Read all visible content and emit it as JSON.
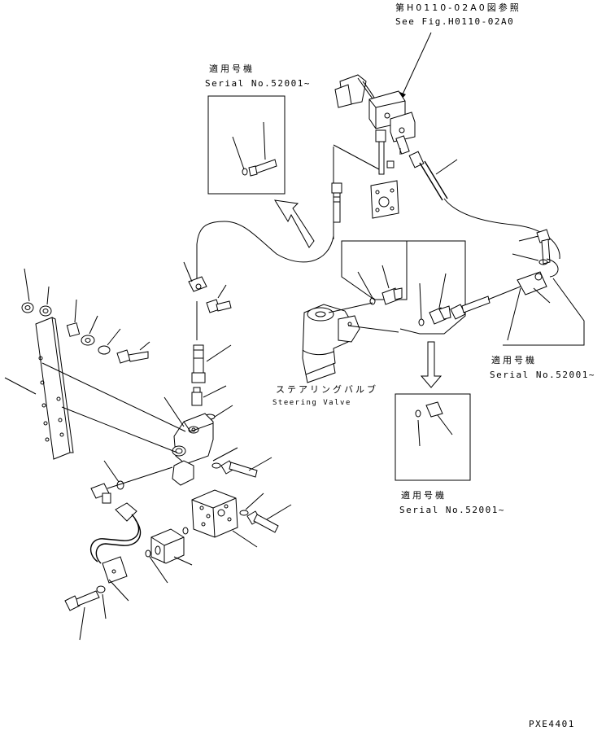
{
  "references": {
    "top_fig_jp": "第H0110-02A0図参照",
    "top_fig_en": "See Fig.H0110-02A0"
  },
  "serial_boxes": [
    {
      "jp": "適用号機",
      "en": "Serial No.52001~"
    },
    {
      "jp": "適用号機",
      "en": "Serial No.52001~"
    },
    {
      "jp": "適用号機",
      "en": "Serial No.52001~"
    }
  ],
  "steering_valve": {
    "jp": "ステアリングバルブ",
    "en": "Steering Valve"
  },
  "drawing_code": "PXE4401"
}
